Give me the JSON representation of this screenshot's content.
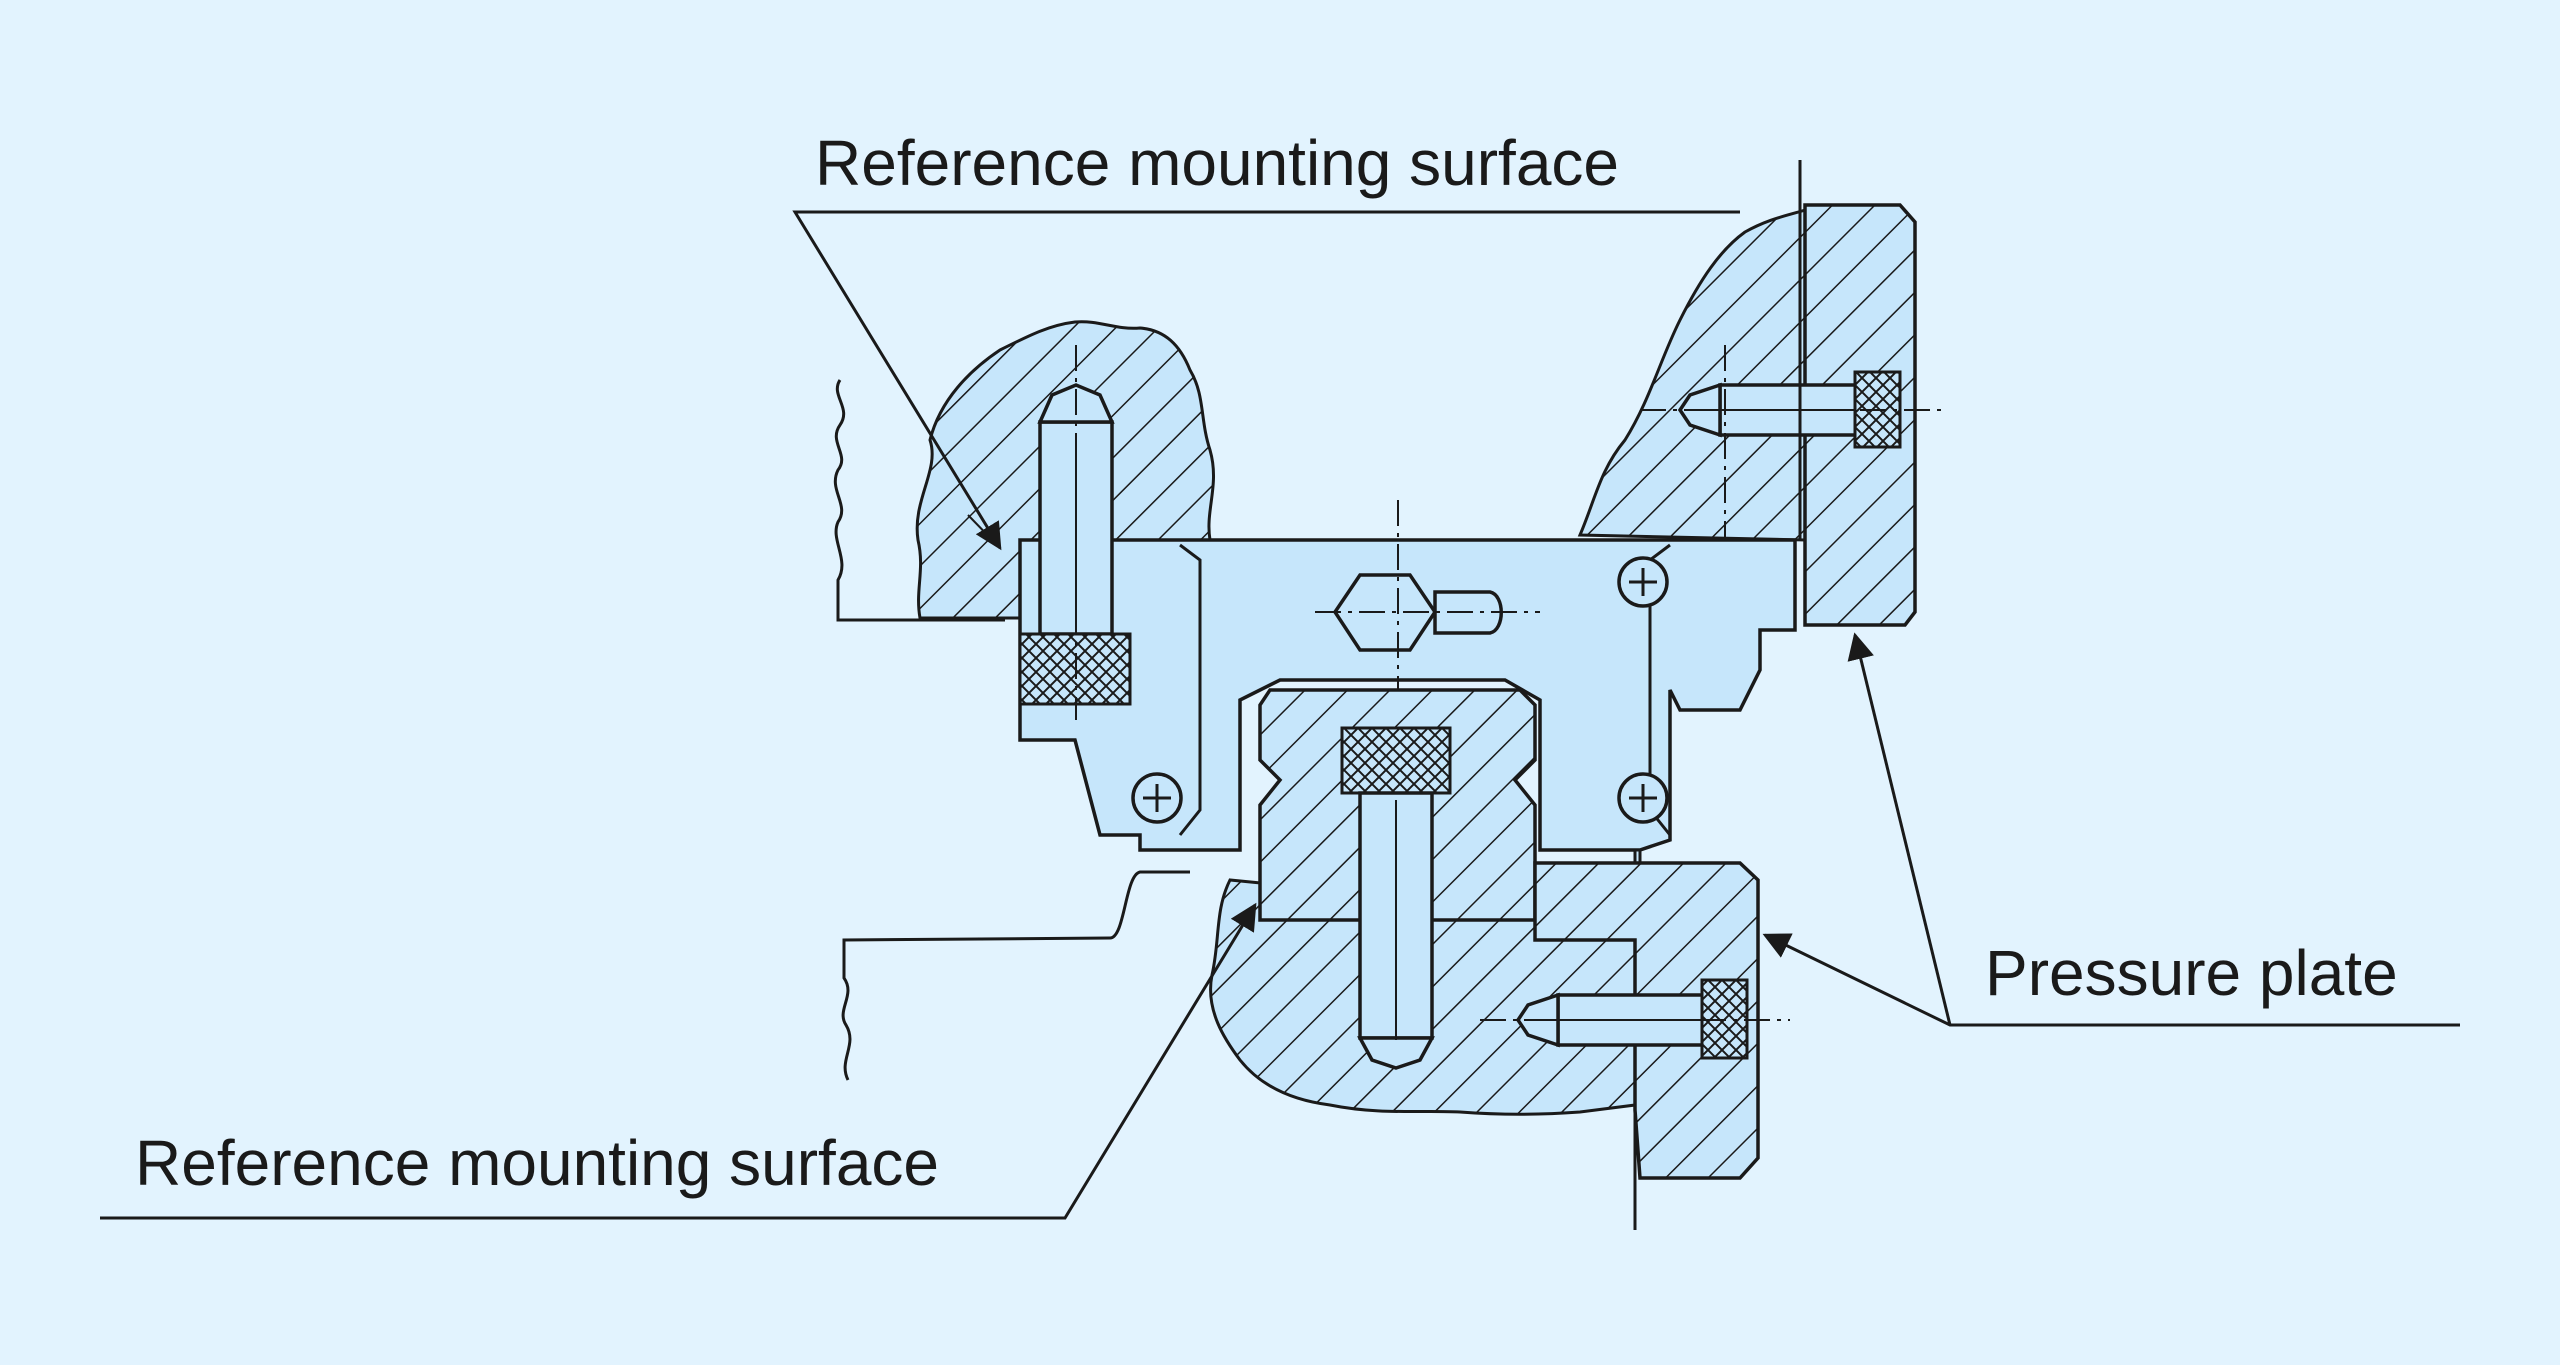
{
  "labels": {
    "ref_top": "Reference mounting surface",
    "ref_bottom": "Reference mounting surface",
    "pressure_plate": "Pressure plate"
  },
  "colors": {
    "background": "#e2f3fe",
    "part_fill": "#c6e6fb",
    "line": "#1a1a1a"
  }
}
